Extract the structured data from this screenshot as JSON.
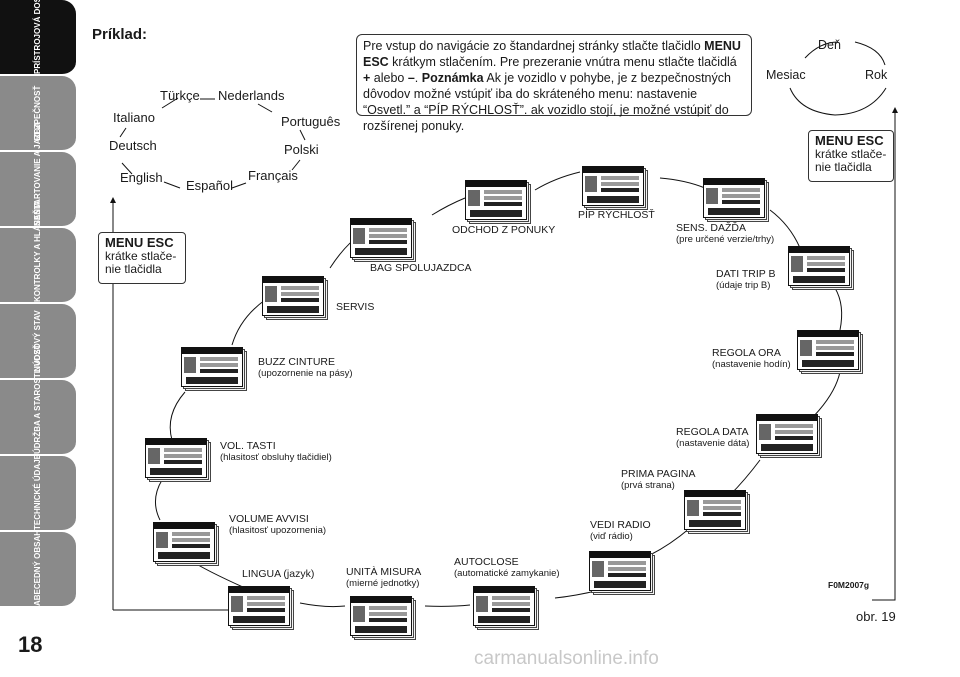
{
  "sidebar": {
    "tabs": [
      {
        "label": "PRÍSTROJOVÁ DOSKA A OVLÁDAČE",
        "active": true
      },
      {
        "label": "BEZPEČNOSŤ",
        "active": false
      },
      {
        "label": "NAŠTARTOVANIE A JAZDA",
        "active": false
      },
      {
        "label": "KONTROLKY A HLÁSENIA",
        "active": false
      },
      {
        "label": "NÚDZOVÝ STAV",
        "active": false
      },
      {
        "label": "ÚDRŽBA A STAROSTLIVOSŤ",
        "active": false
      },
      {
        "label": "TECHNICKÉ ÚDAJE",
        "active": false
      },
      {
        "label": "ABECEDNÝ OBSAH",
        "active": false
      }
    ],
    "page_number": "18"
  },
  "title": "Príklad:",
  "note": {
    "p1": "Pre vstup do navigácie zo štandardnej stránky stlačte tlačidlo ",
    "b1": "MENU ESC",
    "p2": " krátkym stlačením. Pre prezeranie vnútra menu stlačte tlačidlá ",
    "b2": "+",
    "p3": " alebo ",
    "b3": "–",
    "p4": ". ",
    "b4": "Poznámka",
    "p5": " Ak je vozidlo v pohybe, je z bezpečnostných dôvodov možné vstúpiť iba do skráteného menu: nastavenie “Osvetl.” a “PÍP RÝCHLOSŤ”. ak vozidlo stojí, je možné vstúpiť do rozšírenej ponuky."
  },
  "menu_esc_left": {
    "head": "MENU ESC",
    "text": "krátke stlače-nie tlačidla"
  },
  "menu_esc_right": {
    "head": "MENU ESC",
    "text": "krátke stlače-nie tlačidla"
  },
  "languages": [
    "Türkçe",
    "Nederlands",
    "Italiano",
    "Português",
    "Deutsch",
    "Polski",
    "English",
    "Español",
    "Français"
  ],
  "date_cycle": [
    "Deň",
    "Mesiac",
    "Rok"
  ],
  "menu_items": [
    {
      "label": "ODCHOD Z PONUKY",
      "sub": ""
    },
    {
      "label": "PÍP RÝCHLOSŤ",
      "sub": ""
    },
    {
      "label": "SENS. DAŽĎA",
      "sub": "(pre určené verzie/trhy)"
    },
    {
      "label": "BAG SPOLUJAZDCA",
      "sub": ""
    },
    {
      "label": "DATI TRIP B",
      "sub": "(údaje trip B)"
    },
    {
      "label": "SERVIS",
      "sub": ""
    },
    {
      "label": "REGOLA ORA",
      "sub": "(nastavenie hodín)"
    },
    {
      "label": "BUZZ CINTURE",
      "sub": "(upozornenie na pásy)"
    },
    {
      "label": "REGOLA DATA",
      "sub": "(nastavenie dáta)"
    },
    {
      "label": "VOL. TASTI",
      "sub": "(hlasitosť obsluhy tlačidiel)"
    },
    {
      "label": "PRIMA PAGINA",
      "sub": "(prvá strana)"
    },
    {
      "label": "VOLUME AVVISI",
      "sub": "(hlasitosť upozornenia)"
    },
    {
      "label": "VEDI RADIO",
      "sub": "(viď rádio)"
    },
    {
      "label": "AUTOCLOSE",
      "sub": "(automatické zamykanie)"
    },
    {
      "label": "LINGUA (jazyk)",
      "sub": ""
    },
    {
      "label": "UNITÀ MISURA",
      "sub": "(mierné jednotky)"
    }
  ],
  "figure_code": "F0M2007g",
  "caption": "obr. 19",
  "watermark": "carmanualsonline.info"
}
